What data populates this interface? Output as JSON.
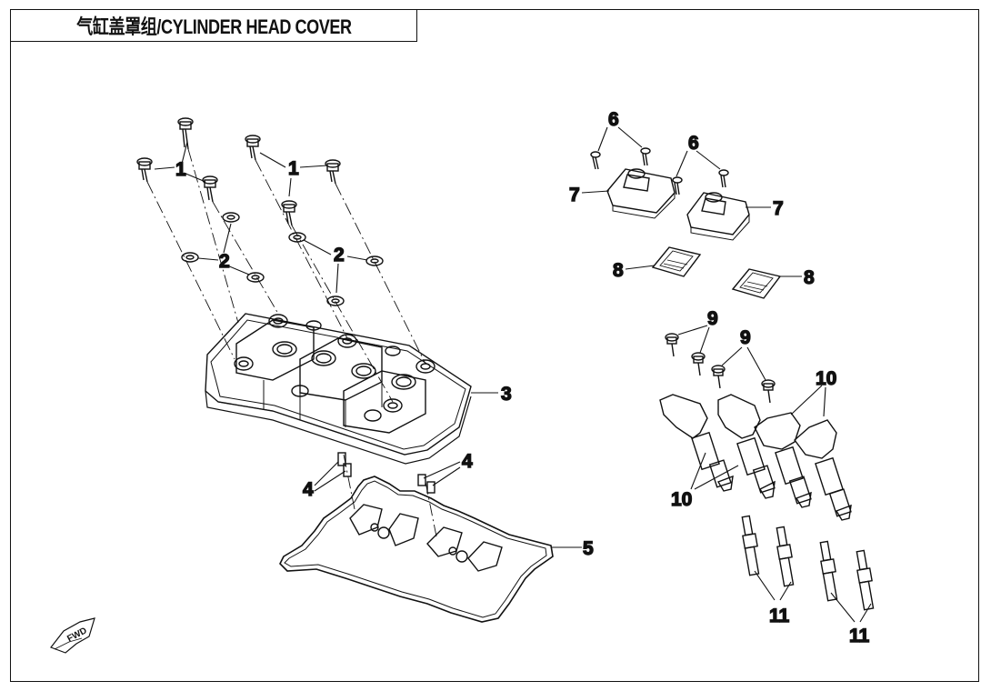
{
  "title": "气缸盖罩组/CYLINDER HEAD COVER",
  "fwd_label": "FWD",
  "callouts": {
    "c1a": "1",
    "c1b": "1",
    "c2a": "2",
    "c2b": "2",
    "c3": "3",
    "c4a": "4",
    "c4b": "4",
    "c5": "5",
    "c6a": "6",
    "c6b": "6",
    "c7a": "7",
    "c7b": "7",
    "c8a": "8",
    "c8b": "8",
    "c9a": "9",
    "c9b": "9",
    "c10a": "10",
    "c10b": "10",
    "c11a": "11",
    "c11b": "11"
  }
}
